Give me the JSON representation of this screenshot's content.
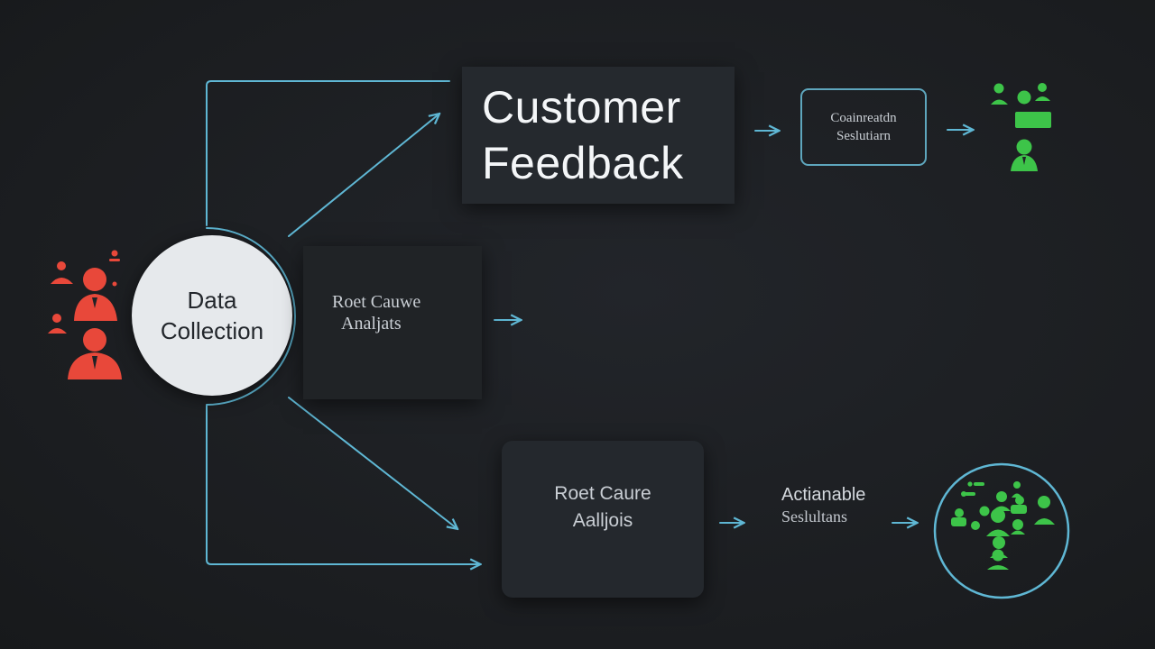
{
  "nodes": {
    "customer_feedback": {
      "line1": "Customer",
      "line2": "Feedback"
    },
    "data_collection": {
      "line1": "Data",
      "line2": "Collection"
    },
    "root_cause_mid": {
      "line1": "Roet Cauwe",
      "line2": "Analjats"
    },
    "root_cause_bottom": {
      "line1": "Roet Caure",
      "line2": "Aalljois"
    },
    "solution_box": {
      "line1": "Coainreatdn",
      "line2": "Seslutiarn"
    },
    "actionable": {
      "line1": "Actianable",
      "line2": "Seslultans"
    }
  },
  "colors": {
    "connector": "#5fb7d4",
    "red_people": "#e8483a",
    "green_people": "#3dc449",
    "node_dark": "#24282d",
    "circle_light": "#e6e9ec"
  },
  "icons": {
    "left_group": "person-group-icon",
    "top_right_group": "person-group-icon",
    "bottom_right_cluster": "people-network-icon"
  }
}
